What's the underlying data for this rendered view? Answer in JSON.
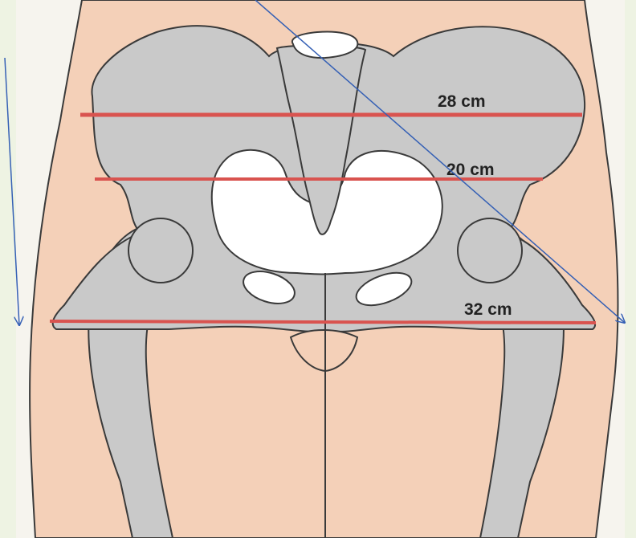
{
  "measurements": [
    {
      "label": "28 cm",
      "color": "#d9534f"
    },
    {
      "label": "20 cm",
      "color": "#d9534f"
    },
    {
      "label": "32 cm",
      "color": "#d9534f"
    }
  ],
  "colors": {
    "skin": "#f4d0b8",
    "bone": "#c9c9c9",
    "opening": "#ffffff",
    "outline": "#3a3a3a",
    "arrow": "#3560b5",
    "background": "#eef3e3"
  },
  "icons": [
    "arrow-down-left-icon",
    "arrow-diagonal-icon"
  ]
}
